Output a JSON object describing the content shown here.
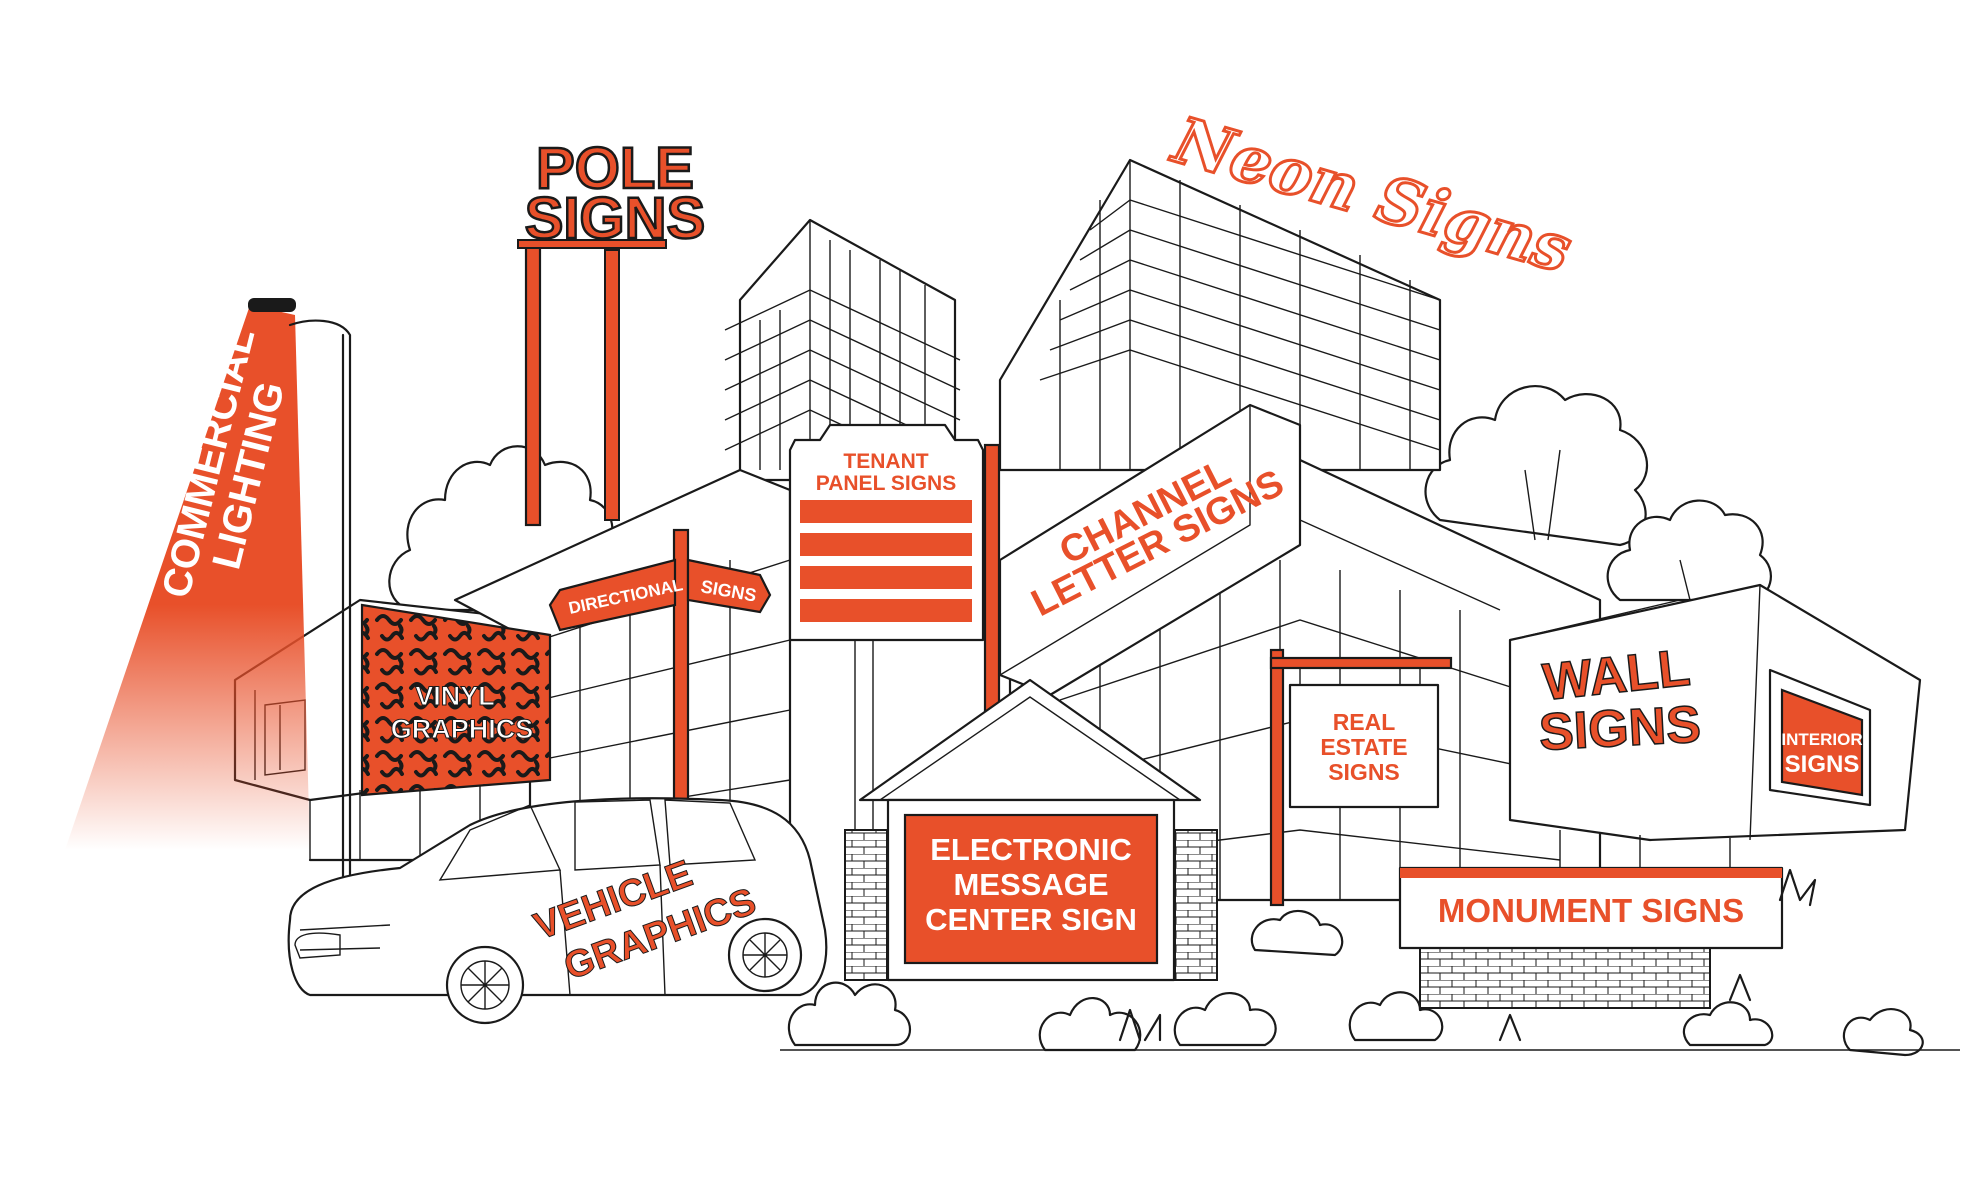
{
  "colors": {
    "accent": "#e8502a",
    "outline": "#1a1a1a",
    "background": "#ffffff"
  },
  "labels": {
    "pole_line1": "POLE",
    "pole_line2": "SIGNS",
    "neon": "Neon Signs",
    "commercial_line1": "COMMERCIAL",
    "commercial_line2": "LIGHTING",
    "vinyl_line1": "VINYL",
    "vinyl_line2": "GRAPHICS",
    "directional_left": "DIRECTIONAL",
    "directional_right": "SIGNS",
    "tenant_line1": "TENANT",
    "tenant_line2": "PANEL SIGNS",
    "channel_line1": "CHANNEL",
    "channel_line2": "LETTER SIGNS",
    "real_estate_line1": "REAL",
    "real_estate_line2": "ESTATE",
    "real_estate_line3": "SIGNS",
    "wall_line1": "WALL",
    "wall_line2": "SIGNS",
    "interior_line1": "INTERIOR",
    "interior_line2": "SIGNS",
    "emc_line1": "ELECTRONIC",
    "emc_line2": "MESSAGE",
    "emc_line3": "CENTER SIGN",
    "monument": "MONUMENT SIGNS",
    "vehicle_line1": "VEHICLE",
    "vehicle_line2": "GRAPHICS"
  }
}
